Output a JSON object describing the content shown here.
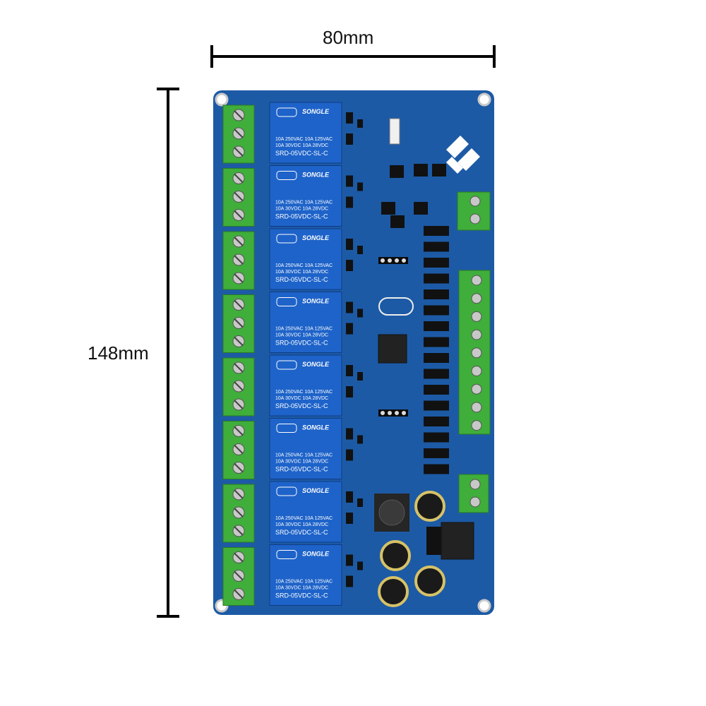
{
  "dimensions": {
    "width_label": "80mm",
    "height_label": "148mm"
  },
  "relay": {
    "brand": "SONGLE",
    "line1": "10A 250VAC  10A 125VAC",
    "line2": "10A  30VDC  10A  28VDC",
    "model": "SRD-05VDC-SL-C",
    "count": 8
  },
  "colors": {
    "pcb": "#1d5aa5",
    "pcb_dark": "#174a8c",
    "terminal": "#3fae3a",
    "relay": "#1e63c9",
    "dimension_line": "#000000"
  }
}
